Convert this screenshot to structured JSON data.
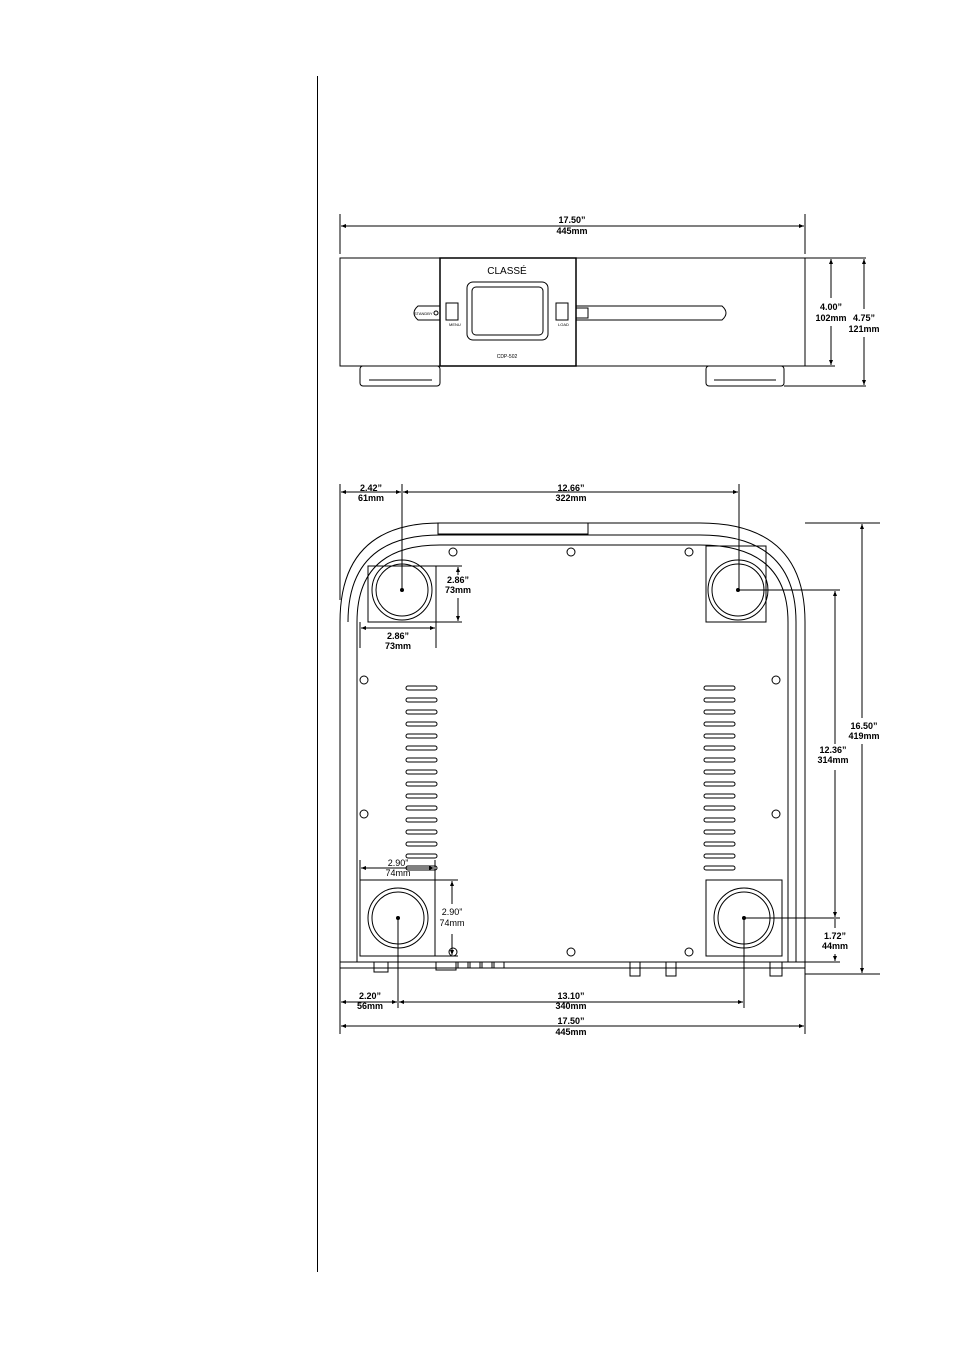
{
  "front_view": {
    "width_in": "17.50”",
    "width_mm": "445mm",
    "body_height_in": "4.00”",
    "body_height_mm": "102mm",
    "total_height_in": "4.75”",
    "total_height_mm": "121mm",
    "brand_logo": "CLASSÉ",
    "model_label": "CDP-502",
    "standby_label": "STANDBY",
    "menu_label": "MENU",
    "load_label": "LOAD"
  },
  "bottom_view": {
    "foot_offset_in": "2.42”",
    "foot_offset_mm": "61mm",
    "foot_span_top_in": "12.66”",
    "foot_span_top_mm": "322mm",
    "pad_height_in": "2.86”",
    "pad_height_mm": "73mm",
    "pad_width_in": "2.86”",
    "pad_width_mm": "73mm",
    "depth_in": "16.50”",
    "depth_mm": "419mm",
    "foot_span_side_in": "12.36”",
    "foot_span_side_mm": "314mm",
    "rear_pad_width_in": "2.90”",
    "rear_pad_width_mm": "74mm",
    "rear_pad_height_in": "2.90”",
    "rear_pad_height_mm": "74mm",
    "rear_foot_offset_in": "1.72”",
    "rear_foot_offset_mm": "44mm",
    "rear_left_offset_in": "2.20”",
    "rear_left_offset_mm": "56mm",
    "foot_span_bottom_in": "13.10”",
    "foot_span_bottom_mm": "340mm",
    "overall_width_in": "17.50”",
    "overall_width_mm": "445mm"
  }
}
